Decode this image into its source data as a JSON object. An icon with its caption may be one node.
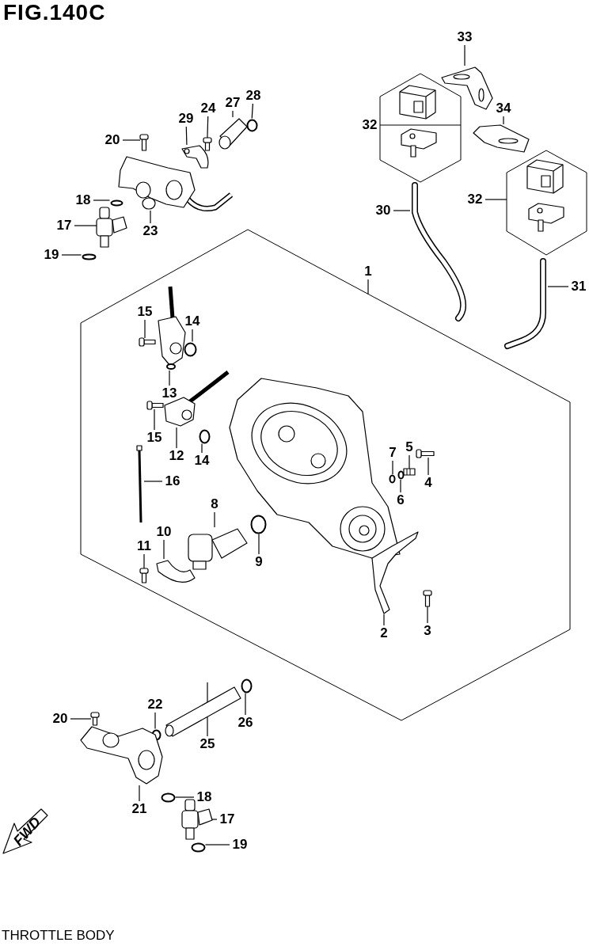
{
  "diagram": {
    "title": "FIG.140C",
    "caption": "THROTTLE BODY",
    "nodes": [
      {
        "text": [
          "33"
        ]
      },
      {
        "text": [
          "32"
        ]
      },
      {
        "text": [
          "34"
        ]
      },
      {
        "text": [
          "32"
        ]
      },
      {
        "text": [
          "30"
        ]
      },
      {
        "text": [
          "31"
        ]
      },
      {
        "text": [
          "28"
        ]
      },
      {
        "text": [
          "27"
        ]
      },
      {
        "text": [
          "24"
        ]
      },
      {
        "text": [
          "29"
        ]
      },
      {
        "text": [
          "20"
        ]
      },
      {
        "text": [
          "18"
        ]
      },
      {
        "text": [
          "17"
        ]
      },
      {
        "text": [
          "23"
        ]
      },
      {
        "text": [
          "19"
        ]
      },
      {
        "text": [
          "1"
        ]
      },
      {
        "text": [
          "15"
        ],
        "in": 41
      },
      {
        "text": [
          "14"
        ],
        "in": 41
      },
      {
        "text": [
          "13"
        ],
        "in": 41
      },
      {
        "text": [
          "15"
        ],
        "in": 41
      },
      {
        "text": [
          "12"
        ],
        "in": 41
      },
      {
        "text": [
          "14"
        ],
        "in": 41
      },
      {
        "text": [
          "7"
        ],
        "in": 41
      },
      {
        "text": [
          "5"
        ],
        "in": 41
      },
      {
        "text": [
          "16"
        ],
        "in": 41
      },
      {
        "text": [
          "4"
        ],
        "in": 41
      },
      {
        "text": [
          "6"
        ],
        "in": 41
      },
      {
        "text": [
          "8"
        ],
        "in": 41
      },
      {
        "text": [
          "10"
        ],
        "in": 41
      },
      {
        "text": [
          "11"
        ],
        "in": 41
      },
      {
        "text": [
          "9"
        ],
        "in": 41
      },
      {
        "text": [
          "3"
        ],
        "in": 41
      },
      {
        "text": [
          "2"
        ],
        "in": 41
      },
      {
        "text": [
          "22"
        ]
      },
      {
        "text": [
          "20"
        ]
      },
      {
        "text": [
          "26"
        ]
      },
      {
        "text": [
          "25"
        ]
      },
      {
        "text": [
          "21"
        ]
      },
      {
        "text": [
          "18"
        ]
      },
      {
        "text": [
          "17"
        ]
      },
      {
        "text": [
          "19"
        ]
      },
      {
        "text": [],
        "shape": "hexagon"
      },
      {
        "text": [],
        "shape": "hexagon"
      },
      {
        "text": [],
        "shape": "hexagon"
      },
      {
        "text": [],
        "shape": "picture"
      },
      {
        "text": [],
        "shape": "picture"
      },
      {
        "text": [],
        "shape": "picture"
      },
      {
        "text": [],
        "shape": "picture"
      },
      {
        "text": [],
        "shape": "circle"
      },
      {
        "text": [],
        "shape": "picture"
      },
      {
        "text": [],
        "shape": "picture"
      },
      {
        "text": [],
        "shape": "picture"
      },
      {
        "text": [],
        "shape": "picture"
      },
      {
        "text": [],
        "shape": "circle"
      },
      {
        "text": [],
        "shape": "picture"
      },
      {
        "text": [],
        "shape": "picture"
      },
      {
        "text": [],
        "shape": "circle"
      },
      {
        "text": [],
        "shape": "picture",
        "in": 41
      },
      {
        "text": [],
        "shape": "circle",
        "in": 41
      },
      {
        "text": [],
        "shape": "picture",
        "in": 41
      },
      {
        "text": [],
        "shape": "picture",
        "in": 41
      },
      {
        "text": [],
        "shape": "picture",
        "in": 41
      },
      {
        "text": [],
        "shape": "circle",
        "in": 41
      },
      {
        "text": [],
        "shape": "circle",
        "in": 41
      },
      {
        "text": [],
        "shape": "picture",
        "in": 41
      },
      {
        "text": [],
        "shape": "picture",
        "in": 41
      },
      {
        "text": [],
        "shape": "picture",
        "in": 41
      },
      {
        "text": [],
        "shape": "circle",
        "in": 41
      },
      {
        "text": [],
        "shape": "picture",
        "in": 41
      },
      {
        "text": [],
        "shape": "picture",
        "in": 41
      },
      {
        "text": [],
        "shape": "picture",
        "in": 41
      },
      {
        "text": [],
        "shape": "circle",
        "in": 41
      },
      {
        "text": [],
        "shape": "picture",
        "in": 41
      },
      {
        "text": [],
        "shape": "picture",
        "in": 41
      },
      {
        "text": [],
        "shape": "circle"
      },
      {
        "text": [],
        "shape": "picture"
      },
      {
        "text": [],
        "shape": "circle"
      },
      {
        "text": [],
        "shape": "picture"
      },
      {
        "text": [],
        "shape": "picture"
      },
      {
        "text": [],
        "shape": "circle"
      },
      {
        "text": [],
        "shape": "picture"
      },
      {
        "text": [],
        "shape": "circle"
      },
      {
        "text": [
          "FWD"
        ]
      }
    ],
    "edges": [
      {
        "from": 0,
        "to": 44,
        "arrow": "none"
      },
      {
        "from": 1,
        "to": 42,
        "arrow": "none"
      },
      {
        "from": 2,
        "to": 45,
        "arrow": "none"
      },
      {
        "from": 3,
        "to": 43,
        "arrow": "none"
      },
      {
        "from": 4,
        "to": 46,
        "arrow": "none"
      },
      {
        "from": 5,
        "to": 47,
        "arrow": "none"
      },
      {
        "from": 6,
        "to": 48,
        "arrow": "none"
      },
      {
        "from": 7,
        "to": 49,
        "arrow": "none"
      },
      {
        "from": 8,
        "to": 50,
        "arrow": "none"
      },
      {
        "from": 9,
        "to": 51,
        "arrow": "none"
      },
      {
        "from": 10,
        "to": 52,
        "arrow": "none"
      },
      {
        "from": 11,
        "to": 53,
        "arrow": "none"
      },
      {
        "from": 12,
        "to": 54,
        "arrow": "none"
      },
      {
        "from": 13,
        "to": 55,
        "arrow": "none"
      },
      {
        "from": 14,
        "to": 56,
        "arrow": "none"
      },
      {
        "from": 15,
        "to": 41,
        "arrow": "none"
      },
      {
        "from": 16,
        "to": 57,
        "arrow": "none"
      },
      {
        "from": 17,
        "to": 58,
        "arrow": "none"
      },
      {
        "from": 18,
        "to": 59,
        "arrow": "none"
      },
      {
        "from": 19,
        "to": 60,
        "arrow": "none"
      },
      {
        "from": 20,
        "to": 61,
        "arrow": "none"
      },
      {
        "from": 21,
        "to": 62,
        "arrow": "none"
      },
      {
        "from": 22,
        "to": 63,
        "arrow": "none"
      },
      {
        "from": 23,
        "to": 64,
        "arrow": "none"
      },
      {
        "from": 24,
        "to": 65,
        "arrow": "none"
      },
      {
        "from": 25,
        "to": 66,
        "arrow": "none"
      },
      {
        "from": 26,
        "to": 67,
        "arrow": "none"
      },
      {
        "from": 27,
        "to": 68,
        "arrow": "none"
      },
      {
        "from": 28,
        "to": 69,
        "arrow": "none"
      },
      {
        "from": 29,
        "to": 70,
        "arrow": "none"
      },
      {
        "from": 30,
        "to": 71,
        "arrow": "none"
      },
      {
        "from": 31,
        "to": 72,
        "arrow": "none"
      },
      {
        "from": 32,
        "to": 73,
        "arrow": "none"
      },
      {
        "from": 33,
        "to": 74,
        "arrow": "none"
      },
      {
        "from": 34,
        "to": 75,
        "arrow": "none"
      },
      {
        "from": 35,
        "to": 76,
        "arrow": "none"
      },
      {
        "from": 36,
        "to": 77,
        "arrow": "none"
      },
      {
        "from": 37,
        "to": 78,
        "arrow": "none"
      },
      {
        "from": 38,
        "to": 79,
        "arrow": "none"
      },
      {
        "from": 39,
        "to": 80,
        "arrow": "none"
      },
      {
        "from": 40,
        "to": 81,
        "arrow": "none"
      }
    ]
  }
}
